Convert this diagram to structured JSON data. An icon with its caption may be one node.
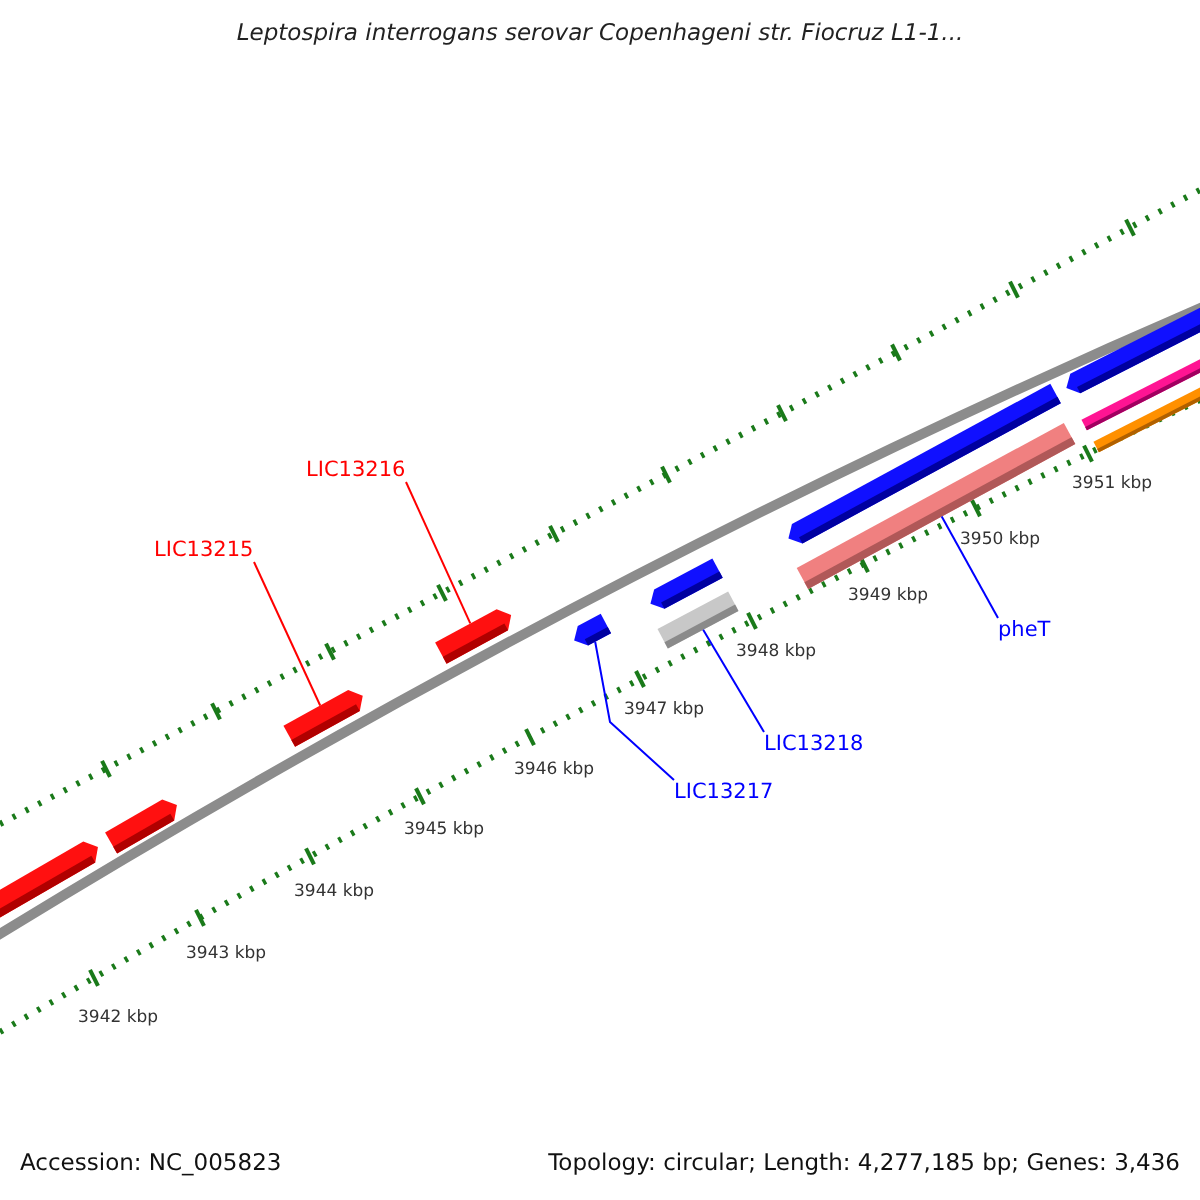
{
  "diagram": {
    "title": "Leptospira interrogans serovar Copenhageni str. Fiocruz L1-1...",
    "nodes": [
      {
        "text": [
          "LIC13216"
        ]
      },
      {
        "text": [
          "LIC13215"
        ]
      },
      {
        "text": [
          "pheT"
        ]
      },
      {
        "text": [
          "LIC13218"
        ]
      },
      {
        "text": [
          "LIC13217"
        ]
      },
      {
        "text": [],
        "shape": "box"
      },
      {
        "text": [],
        "shape": "box"
      },
      {
        "text": [],
        "shape": "box"
      },
      {
        "text": [],
        "shape": "box"
      },
      {
        "text": [],
        "shape": "box"
      },
      {
        "text": [],
        "shape": "box"
      },
      {
        "text": [],
        "shape": "bar"
      },
      {
        "text": [],
        "shape": "box"
      },
      {
        "text": [],
        "shape": "bar"
      },
      {
        "text": [],
        "shape": "box"
      },
      {
        "text": [],
        "shape": "bar"
      },
      {
        "text": [],
        "shape": "bar"
      }
    ],
    "edges": [
      {
        "from": 0,
        "to": 8,
        "arrow": "none",
        "color": "#ff0000"
      },
      {
        "from": 1,
        "to": 7,
        "arrow": "none",
        "color": "#ff0000"
      },
      {
        "from": 2,
        "to": 13,
        "arrow": "none"
      },
      {
        "from": 3,
        "to": 11,
        "arrow": "none"
      },
      {
        "from": 4,
        "to": 9,
        "arrow": "none"
      }
    ],
    "labels": [
      "3951 kbp",
      "3950 kbp",
      "3949 kbp",
      "3948 kbp",
      "3947 kbp",
      "3946 kbp",
      "3945 kbp",
      "3944 kbp",
      "3943 kbp",
      "3942 kbp",
      "Accession: NC_005823",
      "Topology: circular; Length: 4,277,185 bp; Genes: 3,436"
    ]
  }
}
